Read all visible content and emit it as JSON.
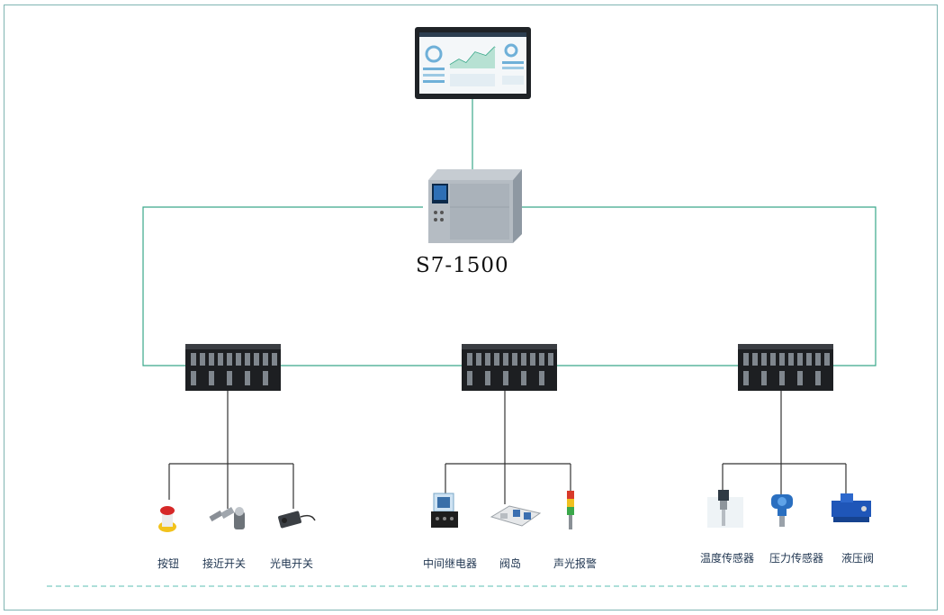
{
  "colors": {
    "frame": "#7fb5b2",
    "bus": "#3aa88a",
    "drop": "#333333",
    "dash": "#5bbfb3"
  },
  "hmi": {
    "icon": "hmi-panel"
  },
  "plc": {
    "name": "S7-1500",
    "icon": "plc-cpu"
  },
  "io_stations": [
    {
      "icon": "io-station",
      "devices": [
        {
          "label": "按钮",
          "icon": "push-button"
        },
        {
          "label": "接近开关",
          "icon": "proximity-switch"
        },
        {
          "label": "光电开关",
          "icon": "photoelectric-switch"
        }
      ]
    },
    {
      "icon": "io-station",
      "devices": [
        {
          "label": "中间继电器",
          "icon": "relay"
        },
        {
          "label": "阀岛",
          "icon": "valve-island"
        },
        {
          "label": "声光报警",
          "icon": "signal-tower"
        }
      ]
    },
    {
      "icon": "io-station",
      "devices": [
        {
          "label": "温度传感器",
          "icon": "temperature-sensor"
        },
        {
          "label": "压力传感器",
          "icon": "pressure-sensor"
        },
        {
          "label": "液压阀",
          "icon": "hydraulic-valve"
        }
      ]
    }
  ]
}
